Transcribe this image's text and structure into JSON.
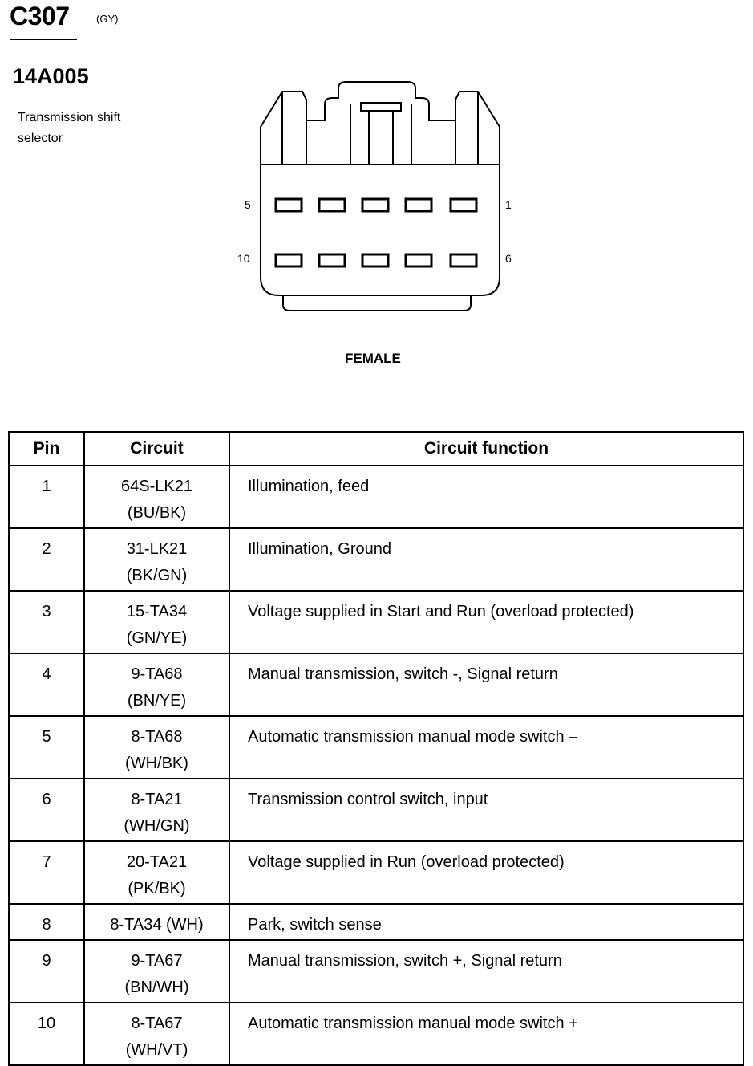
{
  "header": {
    "connector_id": "C307",
    "connector_color": "(GY)",
    "part_number": "14A005",
    "description": "Transmission shift selector"
  },
  "diagram": {
    "pin_labels": {
      "top_left": "5",
      "top_right": "1",
      "bottom_left": "10",
      "bottom_right": "6"
    },
    "gender": "FEMALE"
  },
  "table": {
    "headers": [
      "Pin",
      "Circuit",
      "Circuit function"
    ],
    "rows": [
      {
        "pin": "1",
        "circuit": "64S-LK21",
        "wire": "(BU/BK)",
        "function": "Illumination, feed"
      },
      {
        "pin": "2",
        "circuit": "31-LK21",
        "wire": "(BK/GN)",
        "function": "Illumination, Ground"
      },
      {
        "pin": "3",
        "circuit": "15-TA34",
        "wire": "(GN/YE)",
        "function": "Voltage supplied in Start and Run (overload protected)"
      },
      {
        "pin": "4",
        "circuit": "9-TA68",
        "wire": "(BN/YE)",
        "function": "Manual transmission, switch -, Signal return"
      },
      {
        "pin": "5",
        "circuit": "8-TA68",
        "wire": "(WH/BK)",
        "function": "Automatic transmission manual mode switch –"
      },
      {
        "pin": "6",
        "circuit": "8-TA21",
        "wire": "(WH/GN)",
        "function": "Transmission control switch, input"
      },
      {
        "pin": "7",
        "circuit": "20-TA21",
        "wire": "(PK/BK)",
        "function": "Voltage supplied in Run (overload protected)"
      },
      {
        "pin": "8",
        "circuit": "8-TA34 (WH)",
        "wire": "",
        "function": "Park, switch sense"
      },
      {
        "pin": "9",
        "circuit": "9-TA67",
        "wire": "(BN/WH)",
        "function": "Manual transmission, switch +, Signal return"
      },
      {
        "pin": "10",
        "circuit": "8-TA67",
        "wire": "(WH/VT)",
        "function": "Automatic transmission manual mode switch +"
      }
    ]
  }
}
